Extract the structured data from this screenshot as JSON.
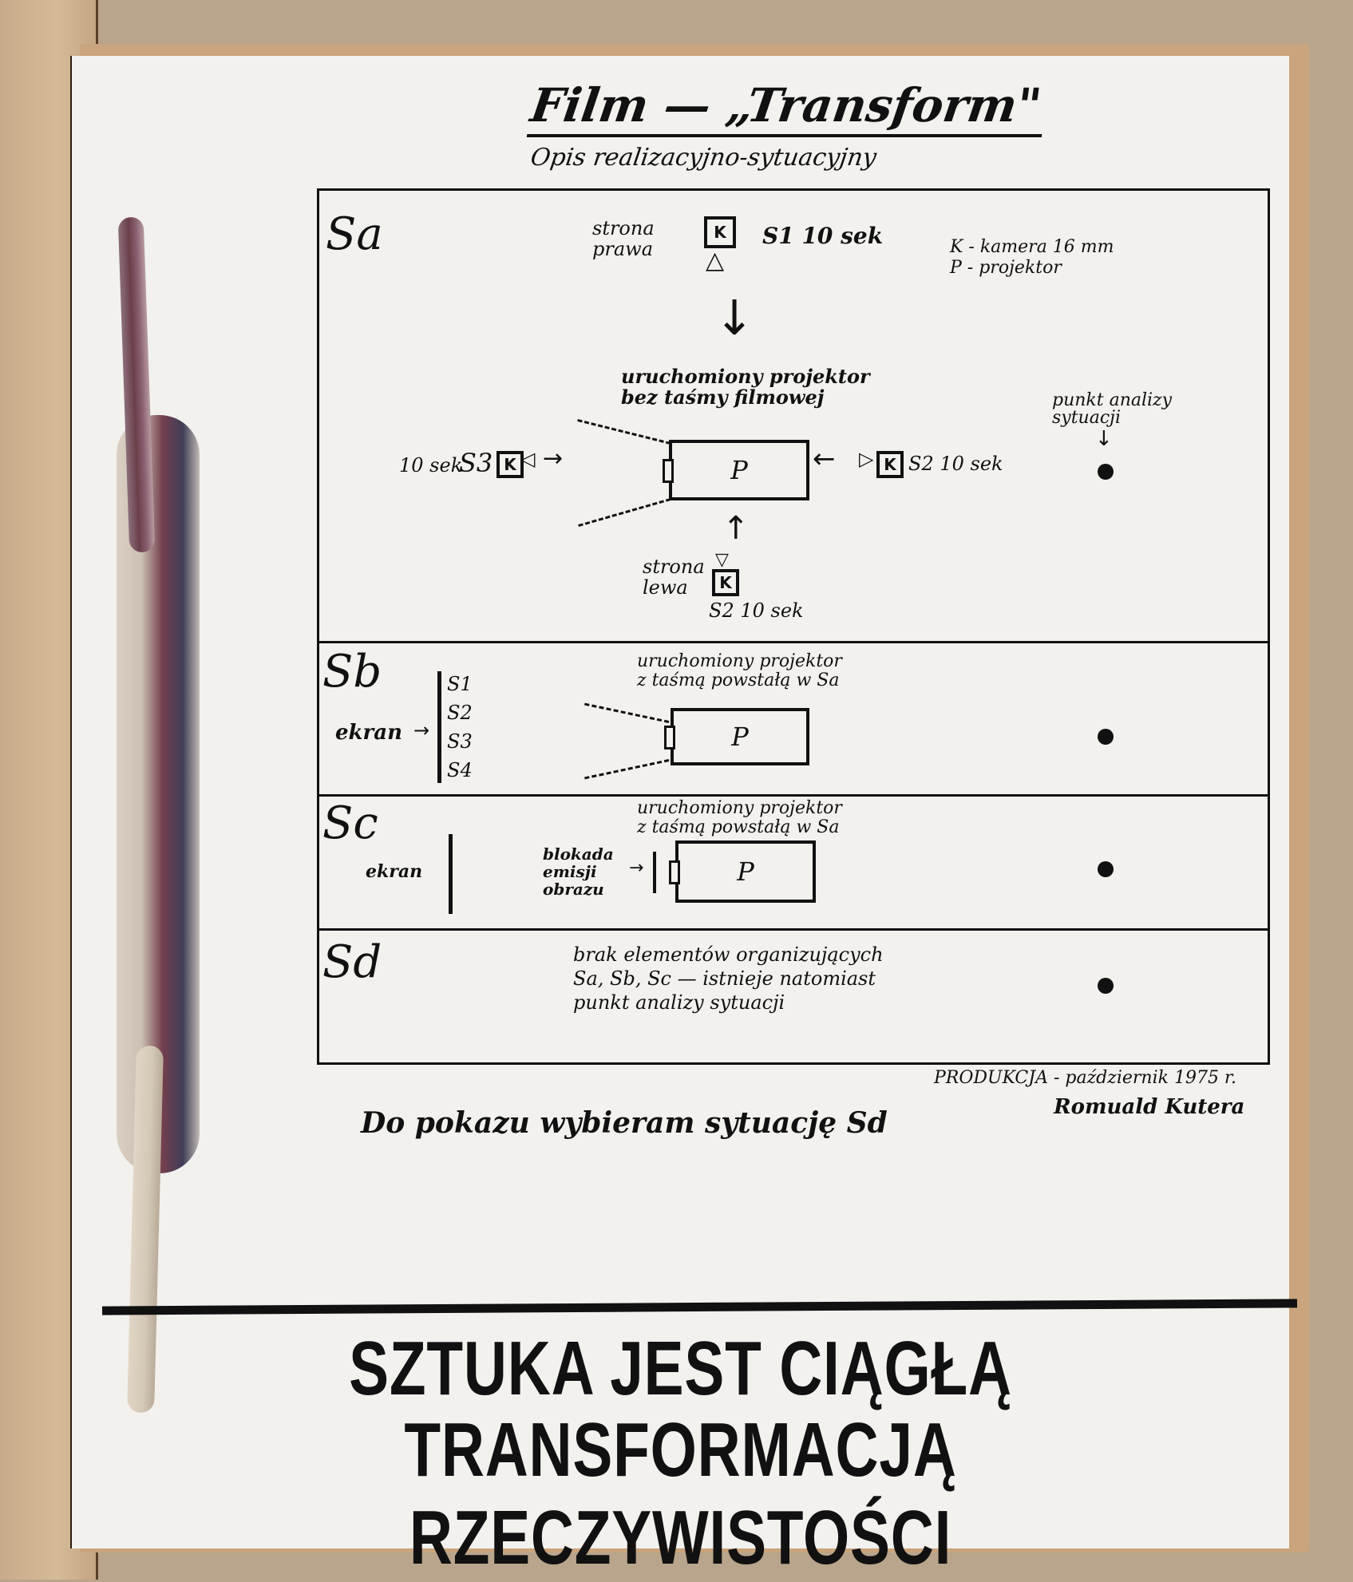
{
  "document": {
    "title": "Film — „Transform\"",
    "subtitle": "Opis realizacyjno-sytuacyjny",
    "legend": {
      "k": "K - kamera 16 mm",
      "p": "P - projektor"
    },
    "camera_symbol": "K",
    "projector_symbol": "P",
    "sections": {
      "sa": {
        "label": "Sa",
        "top_camera_side": [
          "strona",
          "prawa"
        ],
        "top_camera_caption": "S1 10 sek",
        "projector_note": [
          "uruchomiony projektor",
          "bez taśmy filmowej"
        ],
        "left_camera_caption_prefix": "10 sek",
        "left_camera_caption": "S3",
        "right_camera_caption": "S2 10 sek",
        "bottom_camera_side": [
          "strona",
          "lewa"
        ],
        "bottom_camera_caption": "S2 10 sek",
        "analysis_point_note": [
          "punkt analizy",
          "sytuacji"
        ]
      },
      "sb": {
        "label": "Sb",
        "screen_label": "ekran",
        "screen_items": [
          "S1",
          "S2",
          "S3",
          "S4"
        ],
        "projector_note": [
          "uruchomiony projektor",
          "z taśmą powstałą w Sa"
        ]
      },
      "sc": {
        "label": "Sc",
        "screen_label": "ekran",
        "block_note": [
          "blokada",
          "emisji",
          "obrazu"
        ],
        "projector_note": [
          "uruchomiony projektor",
          "z taśmą powstałą w Sa"
        ]
      },
      "sd": {
        "label": "Sd",
        "note": [
          "brak elementów organizujących",
          "Sa, Sb, Sc — istnieje natomiast",
          "punkt analizy sytuacji"
        ]
      }
    },
    "choice": "Do pokazu wybieram sytuację Sd",
    "production": "PRODUKCJA - październik 1975 r.",
    "author": "Romuald Kutera",
    "slogan": [
      "SZTUKA JEST CIĄGŁĄ",
      "TRANSFORMACJĄ RZECZYWISTOŚCI"
    ]
  },
  "colors": {
    "paper": "#f2f1ee",
    "ink": "#111111",
    "folder": "#c8ab8a"
  }
}
